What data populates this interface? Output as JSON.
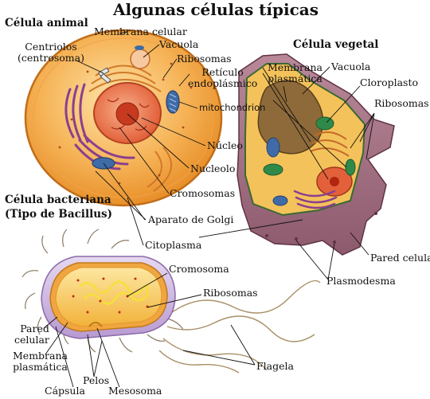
{
  "title": "Algunas células típicas",
  "headings": {
    "animal": "Célula animal",
    "plant": "Célula vegetal",
    "bacteria_line1": "Célula bacteriana",
    "bacteria_line2": "(Tipo de Bacillus)"
  },
  "labels": {
    "centriolos": "Centriolos\n(centrosoma)",
    "membrana_celular": "Membrana celular",
    "vacuola_animal": "Vacuola",
    "ribosomas_animal": "Ribosomas",
    "reticulo": "Retículo\nendoplásmico",
    "mitochondrion": "mitochondrion",
    "nucleo": "Núcleo",
    "nucleolo": "Nucleolo",
    "cromosomas": "Cromosomas",
    "aparato_golgi": "Aparato de Golgi",
    "citoplasma": "Citoplasma",
    "membrana_plasmatica_veg": "Membrana\nplasmática",
    "vacuola_veg": "Vacuola",
    "cloroplasto": "Cloroplasto",
    "ribosomas_veg": "Ribosomas",
    "pared_celular_veg": "Pared celular",
    "plasmodesma": "Plasmodesma",
    "cromosoma_bact": "Cromosoma",
    "ribosomas_bact": "Ribosomas",
    "pared_celular_bact": "Pared\ncelular",
    "membrana_plasmatica_bact": "Membrana\nplasmática",
    "pelos": "Pelos",
    "capsula": "Cápsula",
    "mesosoma": "Mesosoma",
    "flagela": "Flagela"
  }
}
